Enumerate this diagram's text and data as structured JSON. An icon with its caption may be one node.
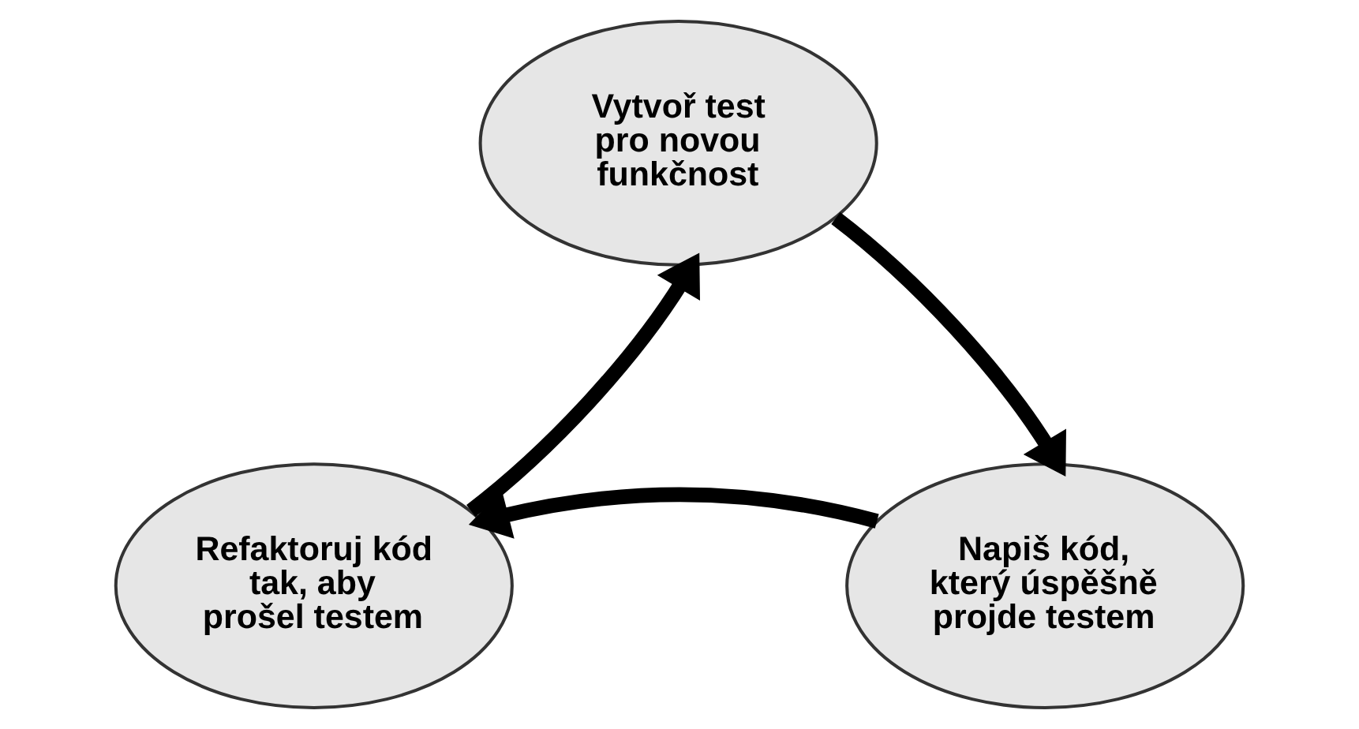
{
  "diagram": {
    "nodes": [
      {
        "text": [
          "Vytvoř test pro novou funkčnost"
        ]
      },
      {
        "text": [
          "Refaktoruj kód tak, aby prošel testem"
        ]
      },
      {
        "text": [
          "Napiš kód, který úspěšně projde testem"
        ]
      }
    ],
    "edges": [
      {
        "from": 0,
        "to": 2,
        "arrow": "to"
      },
      {
        "from": 2,
        "to": 1,
        "arrow": "to"
      },
      {
        "from": 1,
        "to": 0,
        "arrow": "to"
      }
    ]
  }
}
